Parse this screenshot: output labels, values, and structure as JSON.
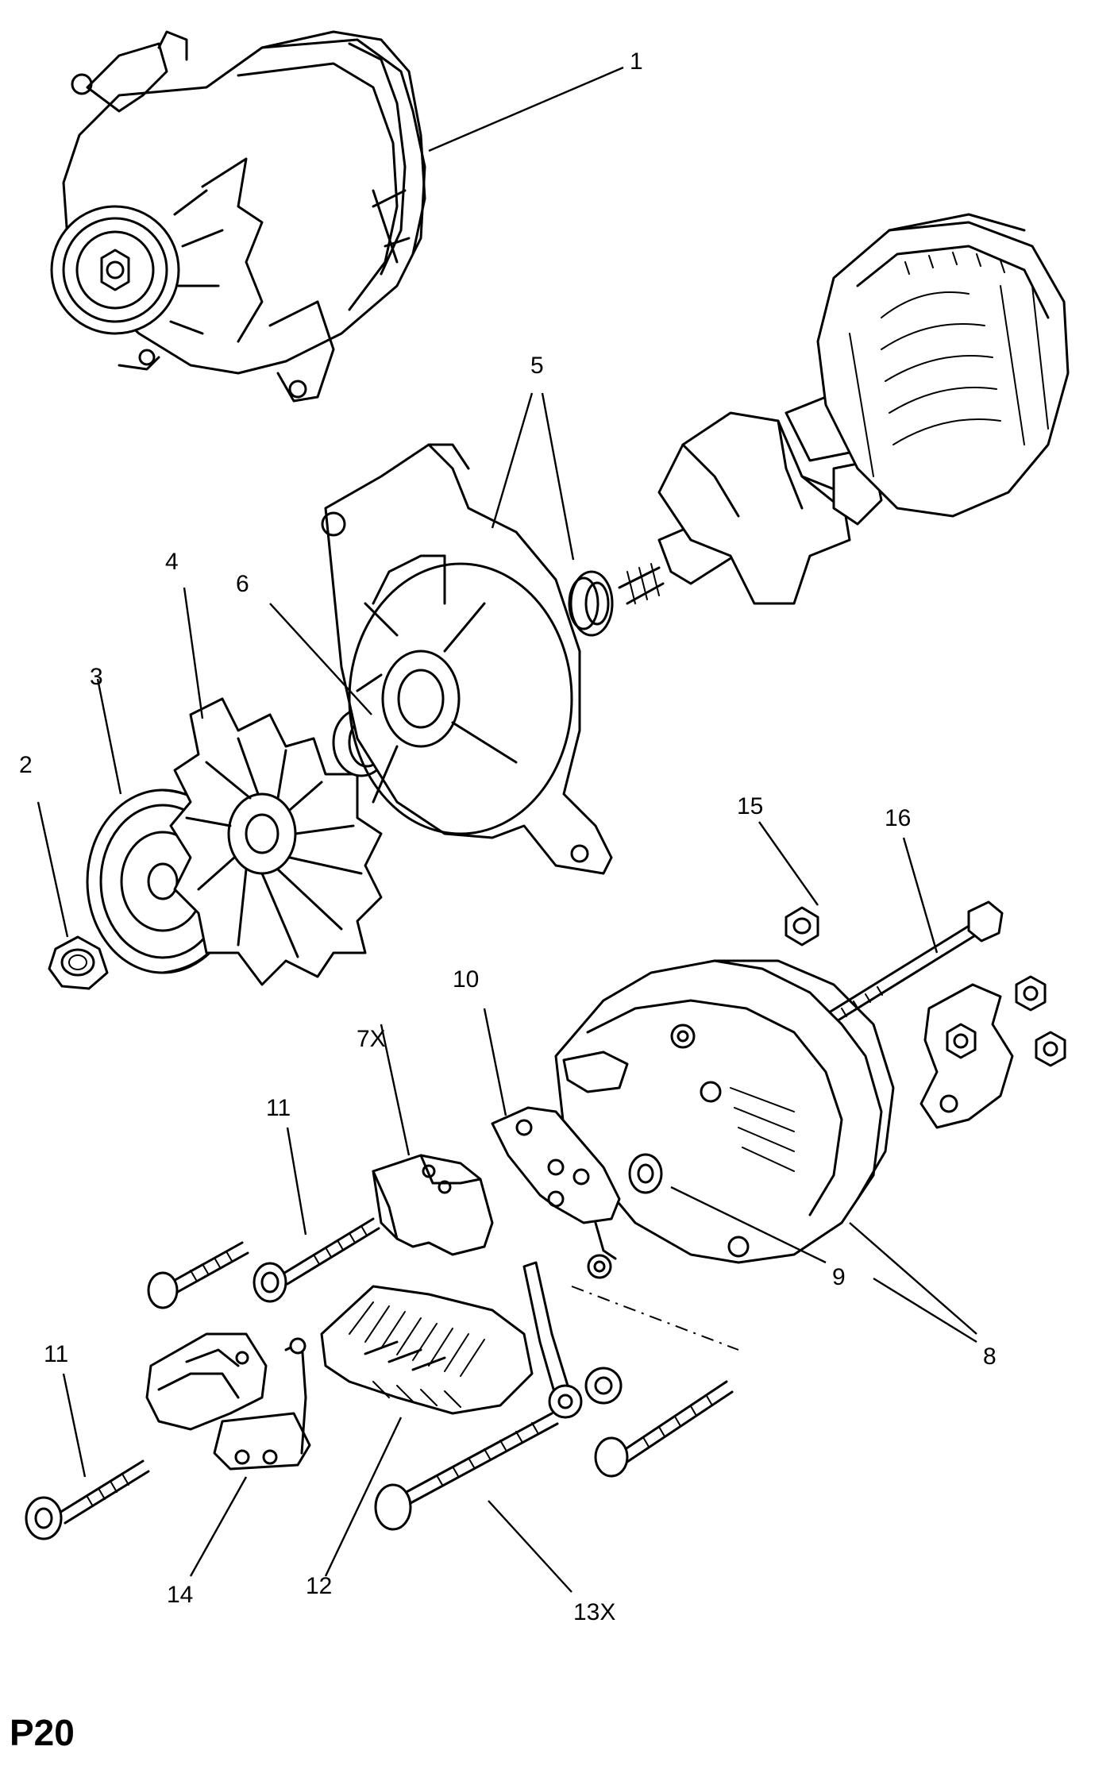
{
  "diagram": {
    "page_id": "P20",
    "callouts": {
      "c1": "1",
      "c2": "2",
      "c3": "3",
      "c4": "4",
      "c5": "5",
      "c6": "6",
      "c7x": "7X",
      "c8": "8",
      "c9": "9",
      "c10": "10",
      "c11a": "11",
      "c11b": "11",
      "c12": "12",
      "c13x": "13X",
      "c14": "14",
      "c15": "15",
      "c16": "16"
    }
  }
}
